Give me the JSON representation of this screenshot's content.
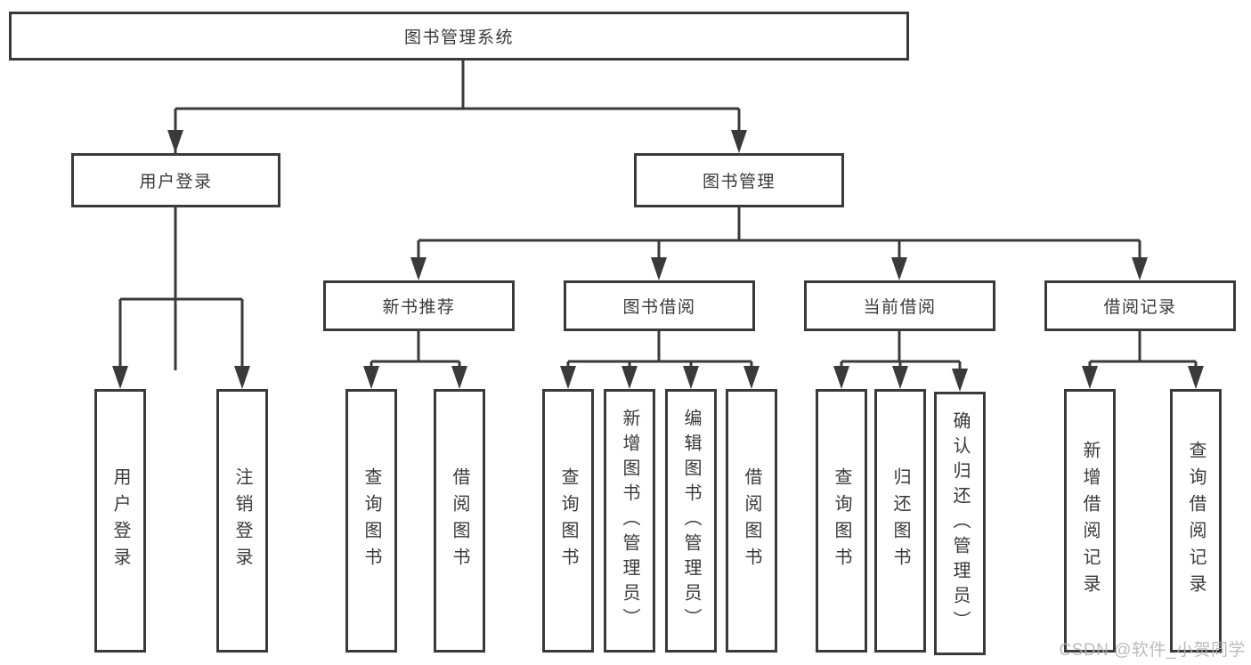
{
  "page": {
    "background": "#ffffff",
    "line_color": "#3a3a3a",
    "text_color": "#3a3a3a"
  },
  "watermark": {
    "text": "CSDN @软件_小贺同学",
    "color": "#b2b2b2"
  },
  "tree": {
    "root": "图书管理系统",
    "branches": [
      {
        "label": "用户登录",
        "children": [
          "用户登录",
          "注销登录"
        ]
      },
      {
        "label": "图书管理",
        "children": [
          {
            "label": "新书推荐",
            "children": [
              "查询图书",
              "借阅图书"
            ]
          },
          {
            "label": "图书借阅",
            "children": [
              "查询图书",
              "新增图书（管理员）",
              "编辑图书（管理员）",
              "借阅图书"
            ]
          },
          {
            "label": "当前借阅",
            "children": [
              "查询图书",
              "归还图书",
              "确认归还（管理员）"
            ]
          },
          {
            "label": "借阅记录",
            "children": [
              "新增借阅记录",
              "查询借阅记录"
            ]
          }
        ]
      }
    ]
  }
}
